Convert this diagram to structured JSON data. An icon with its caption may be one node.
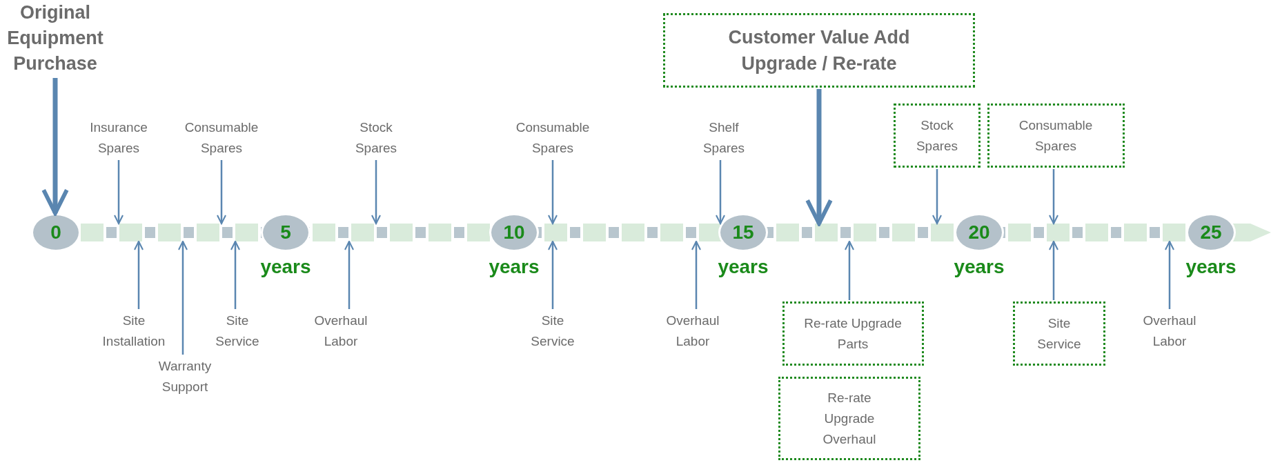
{
  "diagram": {
    "nodes": [
      {
        "text": [
          "Original Equipment Purchase"
        ]
      },
      {
        "text": [
          "Customer Value Add Upgrade / Re-rate"
        ]
      },
      {
        "text": [
          "Insurance Spares"
        ]
      },
      {
        "text": [
          "Consumable Spares"
        ]
      },
      {
        "text": [
          "Stock Spares"
        ]
      },
      {
        "text": [
          "Consumable Spares"
        ]
      },
      {
        "text": [
          "Shelf Spares"
        ]
      },
      {
        "text": [
          "Stock Spares"
        ]
      },
      {
        "text": [
          "Consumable Spares"
        ]
      },
      {
        "text": [],
        "shape": "bar"
      },
      {
        "text": [
          "0"
        ]
      },
      {
        "text": [
          "5"
        ],
        "beside": [
          "years"
        ]
      },
      {
        "text": [
          "10"
        ],
        "beside": [
          "years"
        ]
      },
      {
        "text": [
          "15"
        ],
        "beside": [
          "years"
        ]
      },
      {
        "text": [
          "20"
        ],
        "beside": [
          "years"
        ]
      },
      {
        "text": [
          "25"
        ],
        "beside": [
          "years"
        ]
      },
      {
        "text": [
          "Site Installation"
        ]
      },
      {
        "text": [
          "Warranty Support"
        ]
      },
      {
        "text": [
          "Site Service"
        ]
      },
      {
        "text": [
          "Overhaul Labor"
        ]
      },
      {
        "text": [
          "Site Service"
        ]
      },
      {
        "text": [
          "Overhaul Labor"
        ]
      },
      {
        "text": [
          "Re-rate Upgrade Parts"
        ]
      },
      {
        "text": [
          "Re-rate Upgrade Overhaul"
        ]
      },
      {
        "text": [
          "Site Service"
        ]
      },
      {
        "text": [
          "Overhaul Labor"
        ]
      }
    ],
    "edges": [
      {
        "from": 0,
        "to": 10,
        "arrow": "to",
        "style": "thick"
      },
      {
        "from": 1,
        "to": 9,
        "arrow": "to",
        "style": "thick"
      },
      {
        "from": 2,
        "to": 9,
        "arrow": "to"
      },
      {
        "from": 3,
        "to": 9,
        "arrow": "to"
      },
      {
        "from": 4,
        "to": 9,
        "arrow": "to"
      },
      {
        "from": 5,
        "to": 9,
        "arrow": "to"
      },
      {
        "from": 6,
        "to": 9,
        "arrow": "to"
      },
      {
        "from": 7,
        "to": 9,
        "arrow": "to"
      },
      {
        "from": 8,
        "to": 9,
        "arrow": "to"
      },
      {
        "from": 16,
        "to": 9,
        "arrow": "to"
      },
      {
        "from": 17,
        "to": 9,
        "arrow": "to"
      },
      {
        "from": 18,
        "to": 9,
        "arrow": "to"
      },
      {
        "from": 19,
        "to": 9,
        "arrow": "to"
      },
      {
        "from": 20,
        "to": 9,
        "arrow": "to"
      },
      {
        "from": 21,
        "to": 9,
        "arrow": "to"
      },
      {
        "from": 22,
        "to": 9,
        "arrow": "to"
      },
      {
        "from": 24,
        "to": 9,
        "arrow": "to"
      },
      {
        "from": 25,
        "to": 9,
        "arrow": "to"
      }
    ]
  }
}
